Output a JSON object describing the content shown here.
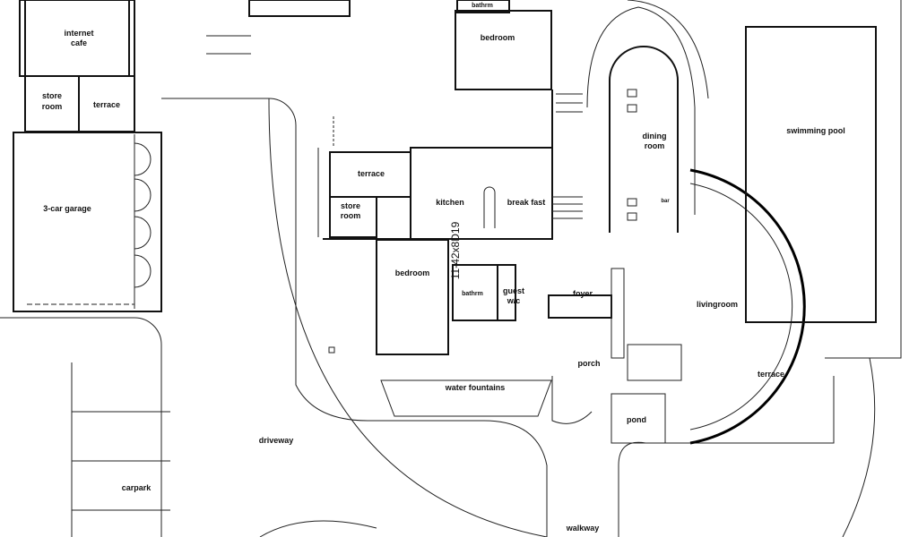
{
  "labels": {
    "internet_cafe_1": "internet",
    "internet_cafe_2": "cafe",
    "store_room_top_1": "store",
    "store_room_top_2": "room",
    "terrace_top": "terrace",
    "garage": "3-car garage",
    "terrace_mid": "terrace",
    "store_room_mid_1": "store",
    "store_room_mid_2": "room",
    "kitchen": "kitchen",
    "breakfast": "break fast",
    "bedroom_top": "bedroom",
    "bathrm_top": "bathrm",
    "bedroom_mid": "bedroom",
    "bathrm_mid": "bathrm",
    "guest_1": "guest",
    "guest_2": "w/c",
    "foyer": "foyer",
    "dining_1": "dining",
    "dining_2": "room",
    "bar": "bar",
    "pool": "swimming pool",
    "living": "livingroom",
    "terrace_right": "terrace",
    "porch": "porch",
    "pond": "pond",
    "fountains": "water fountains",
    "driveway": "driveway",
    "carpark": "carpark",
    "walkway": "walkway",
    "dimension": "11-42x8D19"
  }
}
